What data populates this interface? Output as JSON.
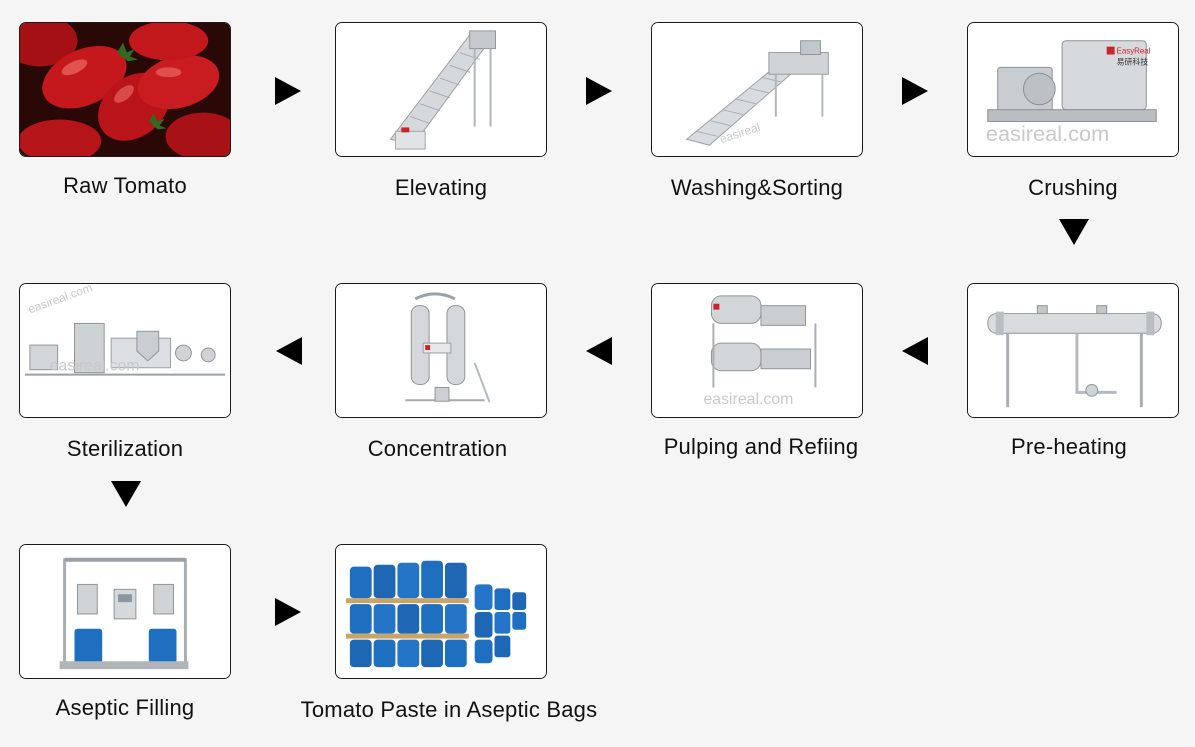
{
  "steps": [
    {
      "label": "Raw Tomato"
    },
    {
      "label": "Elevating"
    },
    {
      "label": "Washing&Sorting"
    },
    {
      "label": "Crushing"
    },
    {
      "label": "Pre-heating"
    },
    {
      "label": "Pulping and Refiing"
    },
    {
      "label": "Concentration"
    },
    {
      "label": "Sterilization"
    },
    {
      "label": "Aseptic Filling"
    },
    {
      "label": "Tomato Paste in Aseptic Bags"
    }
  ],
  "logos": {
    "brand_en": "EasyReal",
    "brand_cn": "易研科技",
    "watermark": "easireal.com"
  },
  "colors": {
    "background": "#f5f5f5",
    "card_border": "#1a1a1a",
    "arrow": "#000000",
    "tomato_red": "#c0161b",
    "steel": "#cfd3d6",
    "drum_blue": "#1f6fc0"
  },
  "arrows": [
    "right",
    "right",
    "right",
    "down",
    "left",
    "left",
    "left",
    "down",
    "right"
  ]
}
